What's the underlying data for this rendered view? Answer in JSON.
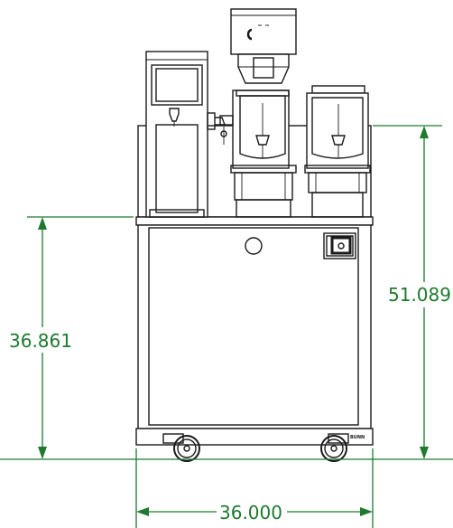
{
  "dimensions": {
    "overall_height": "51.089",
    "counter_height": "36.861",
    "width": "36.000"
  },
  "base_logo_text": "BUNN",
  "colors": {
    "dimension": "#1e7a2e",
    "outline": "#1a1a1a",
    "background": "#ffffff"
  }
}
